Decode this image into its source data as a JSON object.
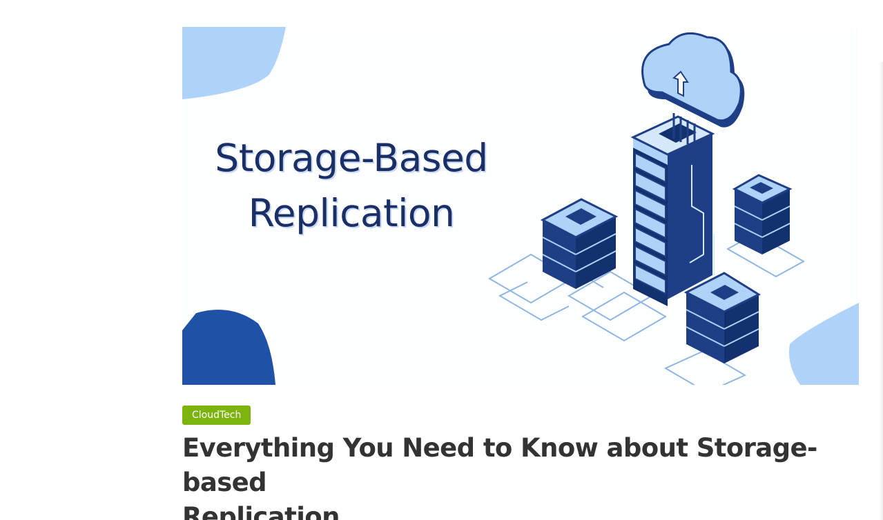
{
  "post": {
    "image": {
      "headline_line1": "Storage-Based",
      "headline_line2": "Replication"
    },
    "category": "CloudTech",
    "title_line1": "Everything You Need to Know about Storage-based",
    "title_line2": "Replication"
  },
  "colors": {
    "category_badge": "#7cb40d",
    "title_text": "#333333",
    "headline_text": "#1b2f67",
    "server_dark": "#1e3e86",
    "server_light": "#aed2f8"
  },
  "icons": {
    "cloud": "cloud-upload-icon",
    "server": "server-rack-icon"
  }
}
